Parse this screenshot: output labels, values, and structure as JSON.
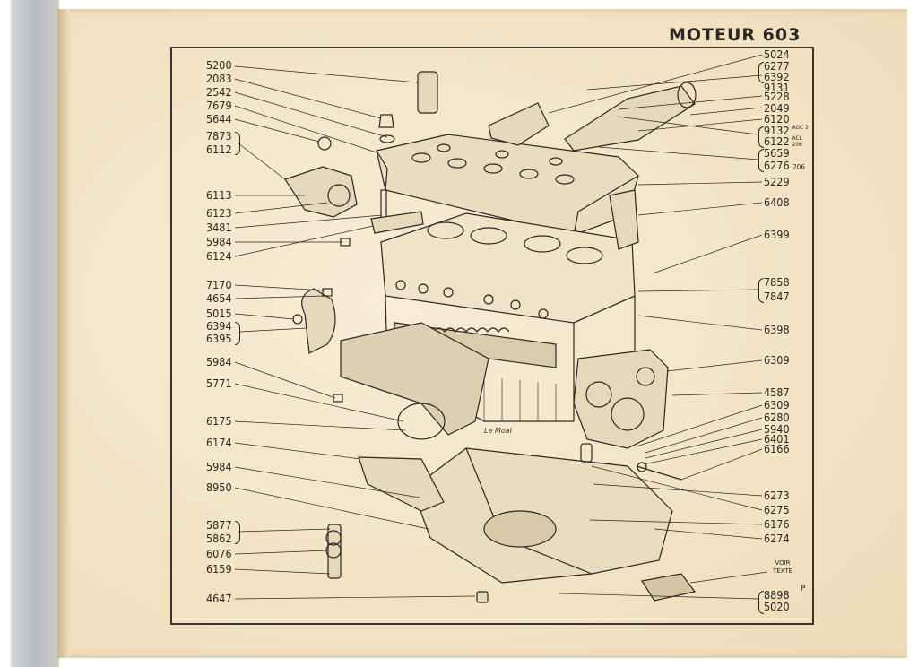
{
  "heading": "MOTEUR 603",
  "labels_left": [
    {
      "id": "l1",
      "text": "5200"
    },
    {
      "id": "l2",
      "text": "2083"
    },
    {
      "id": "l3",
      "text": "2542"
    },
    {
      "id": "l4",
      "text": "7679"
    },
    {
      "id": "l5",
      "text": "5644"
    },
    {
      "id": "l6a",
      "text": "7873"
    },
    {
      "id": "l6b",
      "text": "6112"
    },
    {
      "id": "l7",
      "text": "6113"
    },
    {
      "id": "l8",
      "text": "6123"
    },
    {
      "id": "l9",
      "text": "3481"
    },
    {
      "id": "l10",
      "text": "5984"
    },
    {
      "id": "l11",
      "text": "6124"
    },
    {
      "id": "l12",
      "text": "7170"
    },
    {
      "id": "l13",
      "text": "4654"
    },
    {
      "id": "l14",
      "text": "5015"
    },
    {
      "id": "l15a",
      "text": "6394"
    },
    {
      "id": "l15b",
      "text": "6395"
    },
    {
      "id": "l16",
      "text": "5984"
    },
    {
      "id": "l17",
      "text": "5771"
    },
    {
      "id": "l18",
      "text": "6175"
    },
    {
      "id": "l19",
      "text": "6174"
    },
    {
      "id": "l20",
      "text": "5984"
    },
    {
      "id": "l21",
      "text": "8950"
    },
    {
      "id": "l22a",
      "text": "5877"
    },
    {
      "id": "l22b",
      "text": "5862"
    },
    {
      "id": "l23",
      "text": "6076"
    },
    {
      "id": "l24",
      "text": "6159"
    },
    {
      "id": "l25",
      "text": "4647"
    }
  ],
  "labels_right": [
    {
      "id": "r1",
      "text": "5024"
    },
    {
      "id": "r2a",
      "text": "6277"
    },
    {
      "id": "r2b",
      "text": "6392"
    },
    {
      "id": "r3",
      "text": "9131"
    },
    {
      "id": "r4",
      "text": "5228"
    },
    {
      "id": "r5",
      "text": "2049"
    },
    {
      "id": "r6",
      "text": "6120"
    },
    {
      "id": "r7a",
      "text": "9132",
      "sup": "AGC 3"
    },
    {
      "id": "r7b",
      "text": "6122",
      "sup": "ACL 206"
    },
    {
      "id": "r8a",
      "text": "5659"
    },
    {
      "id": "r8b",
      "text": "6276",
      "suffix": "206"
    },
    {
      "id": "r9",
      "text": "5229"
    },
    {
      "id": "r10",
      "text": "6408"
    },
    {
      "id": "r11",
      "text": "6399"
    },
    {
      "id": "r12a",
      "text": "7858"
    },
    {
      "id": "r12b",
      "text": "7847"
    },
    {
      "id": "r13",
      "text": "6398"
    },
    {
      "id": "r14",
      "text": "6309"
    },
    {
      "id": "r15",
      "text": "4587"
    },
    {
      "id": "r16",
      "text": "6309"
    },
    {
      "id": "r17",
      "text": "6280"
    },
    {
      "id": "r18",
      "text": "5940"
    },
    {
      "id": "r19",
      "text": "6401"
    },
    {
      "id": "r20",
      "text": "6166"
    },
    {
      "id": "r21",
      "text": "6273"
    },
    {
      "id": "r22",
      "text": "6275"
    },
    {
      "id": "r23",
      "text": "6176"
    },
    {
      "id": "r24",
      "text": "6274"
    },
    {
      "id": "r25a",
      "text": "8898"
    },
    {
      "id": "r25b",
      "text": "5020"
    }
  ],
  "note": "VOIR TEXTE",
  "signature": "Le Moal",
  "corner_mark": "P",
  "colors": {
    "paper": "#f4e7cc",
    "ink": "#2b2620",
    "shade": "#9c917f"
  }
}
